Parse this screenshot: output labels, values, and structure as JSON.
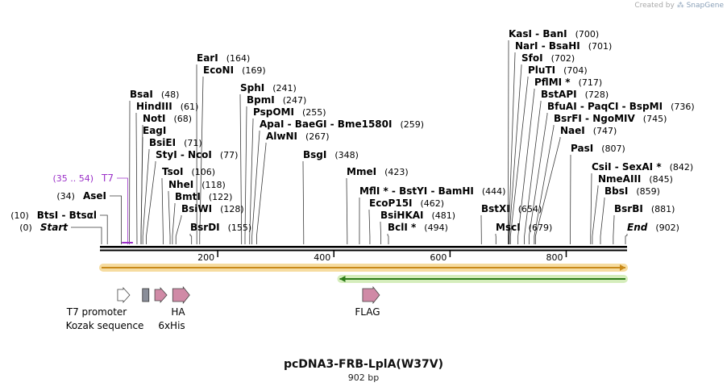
{
  "credit": {
    "prefix": "Created by",
    "brand": "SnapGene"
  },
  "title": "pcDNA3-FRB-LplA(W37V)",
  "subtitle": "902 bp",
  "sequence_length": 902,
  "colors": {
    "backbone": "#000000",
    "site_text": "#000000",
    "t7_site": "#9b30c8",
    "orange_arrow": "#c98a1a",
    "orange_glow": "#f6dca0",
    "green_arrow": "#2e7d1a",
    "green_glow": "#d5edbc",
    "pink_feature": "#d08aa6",
    "gray_feature": "#8a8e99",
    "white_feature": "#ffffff"
  },
  "ticks": [
    200,
    400,
    600,
    800
  ],
  "sites": [
    {
      "name": "Start",
      "pos": "(0)",
      "at": 0,
      "italic": true
    },
    {
      "name": "BtsI  -  Btsαl",
      "pos": "(10)",
      "at": 10
    },
    {
      "name": "AseI",
      "pos": "(34)",
      "at": 34
    },
    {
      "name": "T7",
      "pos": "(35 .. 54)",
      "at": 45,
      "color": "t7"
    },
    {
      "name": "BsaI",
      "pos": "(48)",
      "at": 48
    },
    {
      "name": "HindIII",
      "pos": "(61)",
      "at": 61
    },
    {
      "name": "NotI",
      "pos": "(68)",
      "at": 68
    },
    {
      "name": "EagI",
      "pos": "",
      "at": 68
    },
    {
      "name": "BsiEI",
      "pos": "(71)",
      "at": 71
    },
    {
      "name": "StyI  -  NcoI",
      "pos": "(77)",
      "at": 77
    },
    {
      "name": "TsoI",
      "pos": "(106)",
      "at": 106
    },
    {
      "name": "NheI",
      "pos": "(118)",
      "at": 118
    },
    {
      "name": "BmtI",
      "pos": "(122)",
      "at": 122
    },
    {
      "name": "BsiWI",
      "pos": "(128)",
      "at": 128
    },
    {
      "name": "BsrDI",
      "pos": "(155)",
      "at": 155
    },
    {
      "name": "EarI",
      "pos": "(164)",
      "at": 164
    },
    {
      "name": "EcoNI",
      "pos": "(169)",
      "at": 169
    },
    {
      "name": "SphI",
      "pos": "(241)",
      "at": 241
    },
    {
      "name": "BpmI",
      "pos": "(247)",
      "at": 247
    },
    {
      "name": "PspOMI",
      "pos": "(255)",
      "at": 255
    },
    {
      "name": "ApaI  -  BaeGI  -  Bme1580I",
      "pos": "(259)",
      "at": 259
    },
    {
      "name": "AlwNI",
      "pos": "(267)",
      "at": 267
    },
    {
      "name": "BsgI",
      "pos": "(348)",
      "at": 348
    },
    {
      "name": "MmeI",
      "pos": "(423)",
      "at": 423
    },
    {
      "name": "MflI *  -  BstYI  -  BamHI",
      "pos": "(444)",
      "at": 444
    },
    {
      "name": "EcoP15I",
      "pos": "(462)",
      "at": 462
    },
    {
      "name": "BsiHKAI",
      "pos": "(481)",
      "at": 481
    },
    {
      "name": "BclI *",
      "pos": "(494)",
      "at": 494
    },
    {
      "name": "BstXI",
      "pos": "(654)",
      "at": 654
    },
    {
      "name": "MscI",
      "pos": "(679)",
      "at": 679
    },
    {
      "name": "KasI  -  BanI",
      "pos": "(700)",
      "at": 700
    },
    {
      "name": "NarI  -  BsaHI",
      "pos": "(701)",
      "at": 701
    },
    {
      "name": "SfoI",
      "pos": "(702)",
      "at": 702
    },
    {
      "name": "PluTI",
      "pos": "(704)",
      "at": 704
    },
    {
      "name": "PflMI *",
      "pos": "(717)",
      "at": 717
    },
    {
      "name": "BstAPI",
      "pos": "(728)",
      "at": 728
    },
    {
      "name": "BfuAI  -  PaqCI  -  BspMI",
      "pos": "(736)",
      "at": 736
    },
    {
      "name": "BsrFI  -  NgoMIV",
      "pos": "(745)",
      "at": 745
    },
    {
      "name": "NaeI",
      "pos": "(747)",
      "at": 747
    },
    {
      "name": "PasI",
      "pos": "(807)",
      "at": 807
    },
    {
      "name": "CsiI  -  SexAI *",
      "pos": "(842)",
      "at": 842
    },
    {
      "name": "NmeAIII",
      "pos": "(845)",
      "at": 845
    },
    {
      "name": "BbsI",
      "pos": "(859)",
      "at": 859
    },
    {
      "name": "BsrBI",
      "pos": "(881)",
      "at": 881
    },
    {
      "name": "End",
      "pos": "(902)",
      "at": 902,
      "italic": true
    }
  ],
  "arrows": [
    {
      "name": "orange",
      "from": 0,
      "to": 902,
      "direction": "forward",
      "color": "orange"
    },
    {
      "name": "green",
      "from": 410,
      "to": 902,
      "direction": "reverse",
      "color": "green"
    }
  ],
  "features": [
    {
      "label": "T7 promoter",
      "at": 36,
      "kind": "arrow",
      "fill": "white"
    },
    {
      "label": "Kozak sequence",
      "at": 76,
      "kind": "box",
      "fill": "gray"
    },
    {
      "label": "6xHis",
      "at": 100,
      "kind": "arrow",
      "fill": "pink"
    },
    {
      "label": "HA",
      "at": 135,
      "kind": "arrow",
      "fill": "pink"
    },
    {
      "label": "FLAG",
      "at": 462,
      "kind": "arrow",
      "fill": "pink"
    }
  ]
}
